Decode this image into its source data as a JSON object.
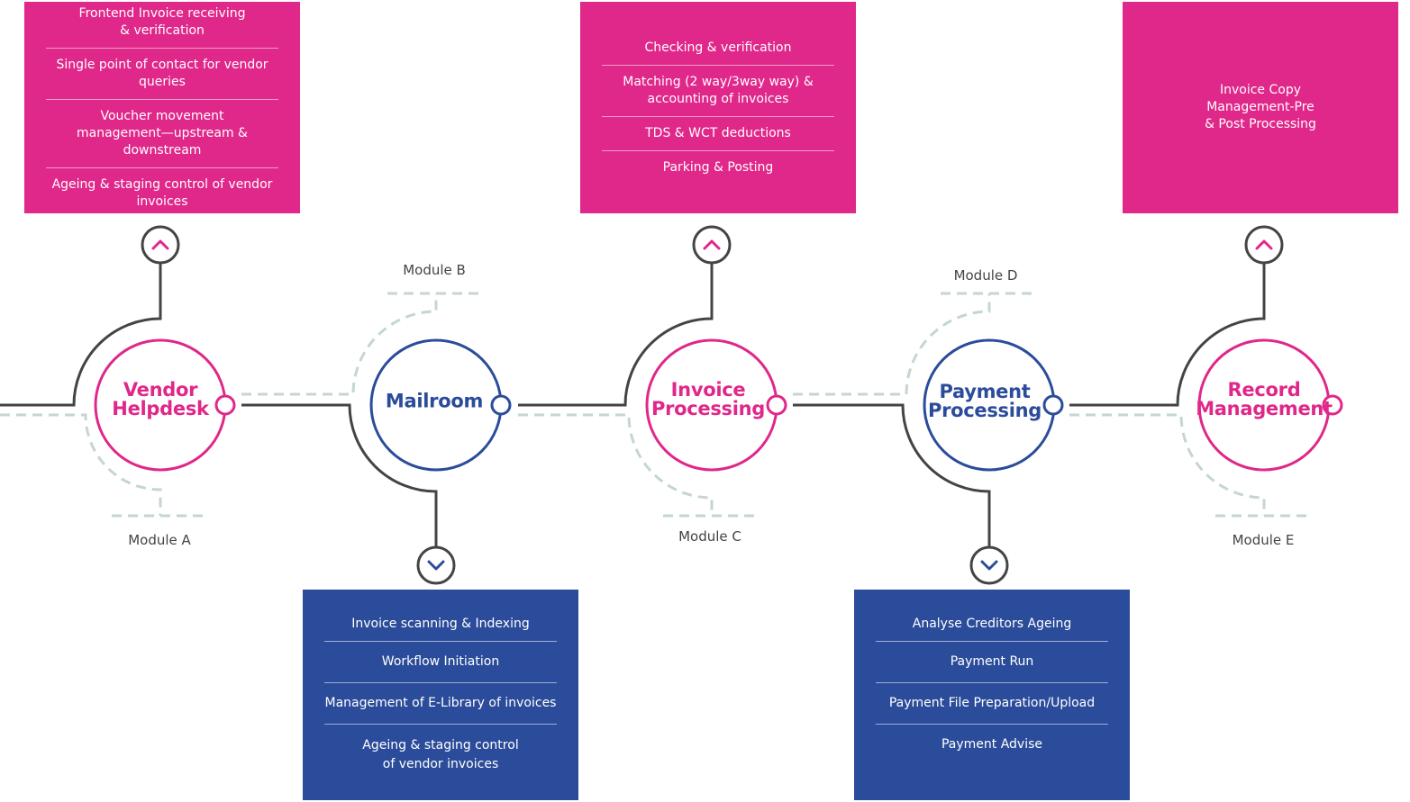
{
  "colors": {
    "pink": "#e0278a",
    "blue": "#2b4c9a",
    "track": "#444444",
    "dashed": "#c5d6d2"
  },
  "modules": [
    {
      "id": "a",
      "node_label": "Vendor\nHelpdesk",
      "module_label": "Module A",
      "color": "pink",
      "card_items": [
        "Frontend Invoice receiving\n& verification",
        "Single point of contact for vendor queries",
        "Voucher movement\nmanagement—upstream & downstream",
        "Ageing & staging control of vendor invoices"
      ],
      "direction_icon": "chevron-up-icon"
    },
    {
      "id": "b",
      "node_label": "Mailroom",
      "module_label": "Module B",
      "color": "blue",
      "card_items": [
        "Invoice scanning & Indexing",
        "Workflow Initiation",
        "Management of E-Library of invoices",
        "Ageing & staging control\nof vendor invoices"
      ],
      "direction_icon": "chevron-down-icon"
    },
    {
      "id": "c",
      "node_label": "Invoice\nProcessing",
      "module_label": "Module C",
      "color": "pink",
      "card_items": [
        "Checking & verification",
        "Matching (2 way/3way way) &\naccounting of invoices",
        "TDS & WCT deductions",
        "Parking & Posting"
      ],
      "direction_icon": "chevron-up-icon"
    },
    {
      "id": "d",
      "node_label": "Payment\nProcessing",
      "module_label": "Module D",
      "color": "blue",
      "card_items": [
        "Analyse Creditors Ageing",
        "Payment Run",
        "Payment File Preparation/Upload",
        "Payment Advise"
      ],
      "direction_icon": "chevron-down-icon"
    },
    {
      "id": "e",
      "node_label": "Record\nManagement",
      "module_label": "Module E",
      "color": "pink",
      "card_items": [
        "Invoice Copy\nManagement-Pre\n& Post Processing"
      ],
      "direction_icon": "chevron-up-icon"
    }
  ]
}
